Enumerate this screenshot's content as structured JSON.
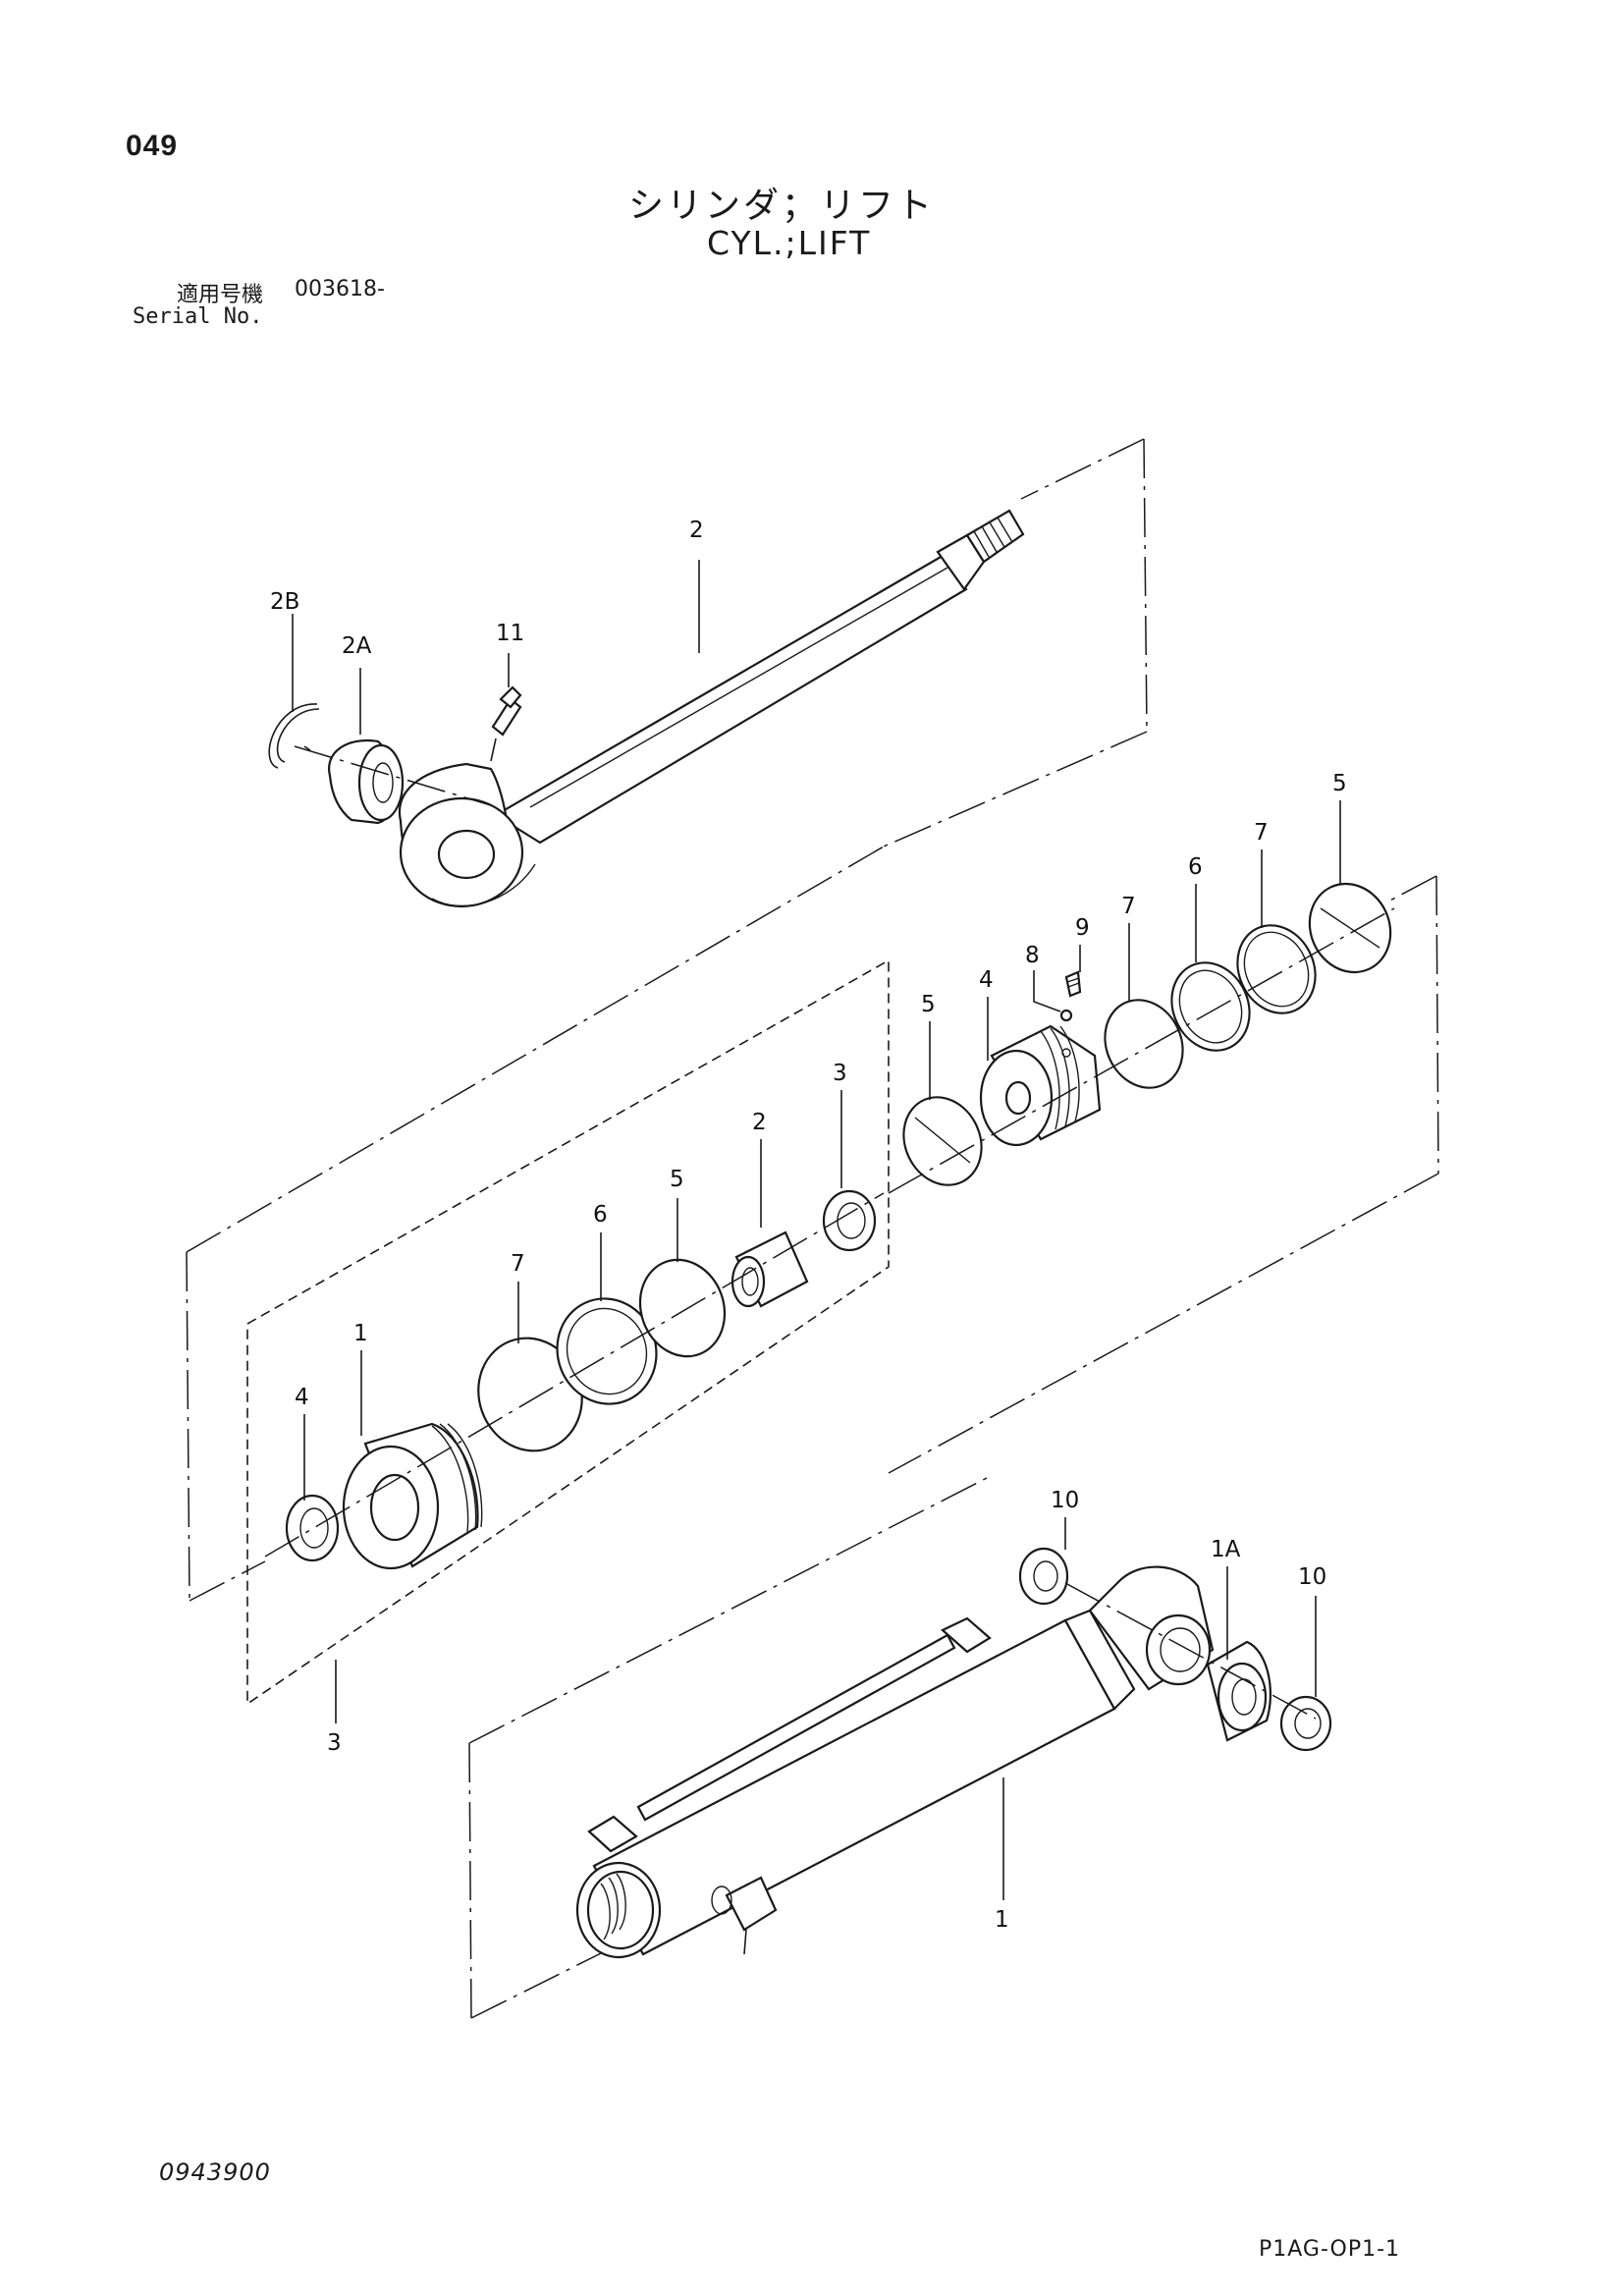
{
  "header": {
    "page_number": "049",
    "title_ja": "シリンダ；リフト",
    "title_en": "CYL.;LIFT",
    "serial_label_ja": "適用号機",
    "serial_value": "003618-",
    "serial_label_en": "Serial No."
  },
  "callouts": {
    "rod": "2",
    "rod_snap_ring": "2B",
    "rod_bushing": "2A",
    "grease_fitting": "11",
    "seal_kit": "3",
    "kit_head": "1",
    "kit_wiper": "4",
    "kit_ring_7": "7",
    "kit_ring_6": "6",
    "kit_ring_5": "5",
    "kit_bushing": "2",
    "kit_ring_3": "3",
    "piston_ring_5": "5",
    "piston": "4",
    "piston_8": "8",
    "piston_9": "9",
    "piston_ring_7a": "7",
    "piston_ring_6": "6",
    "piston_ring_7b": "7",
    "piston_wear_5": "5",
    "tube": "1",
    "tube_bushing": "1A",
    "tube_seal_left": "10",
    "tube_seal_right": "10"
  },
  "footer": {
    "drawing_id": "0943900",
    "sheet_code": "P1AG-OP1-1"
  }
}
